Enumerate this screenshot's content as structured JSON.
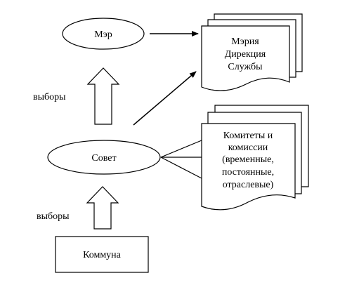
{
  "nodes": {
    "mayor": "Мэр",
    "council": "Совет",
    "commune": "Коммуна",
    "administration": {
      "lines": [
        "Мэрия",
        "Дирекция",
        "Службы"
      ]
    },
    "committees": {
      "lines": [
        "Комитеты и",
        "комиссии",
        "(временные,",
        "постоянные,",
        "отраслевые)"
      ]
    }
  },
  "labels": {
    "elections_upper": "выборы",
    "elections_lower": "выборы"
  },
  "colors": {
    "stroke": "#000000",
    "fill": "#ffffff",
    "text": "#000000"
  }
}
